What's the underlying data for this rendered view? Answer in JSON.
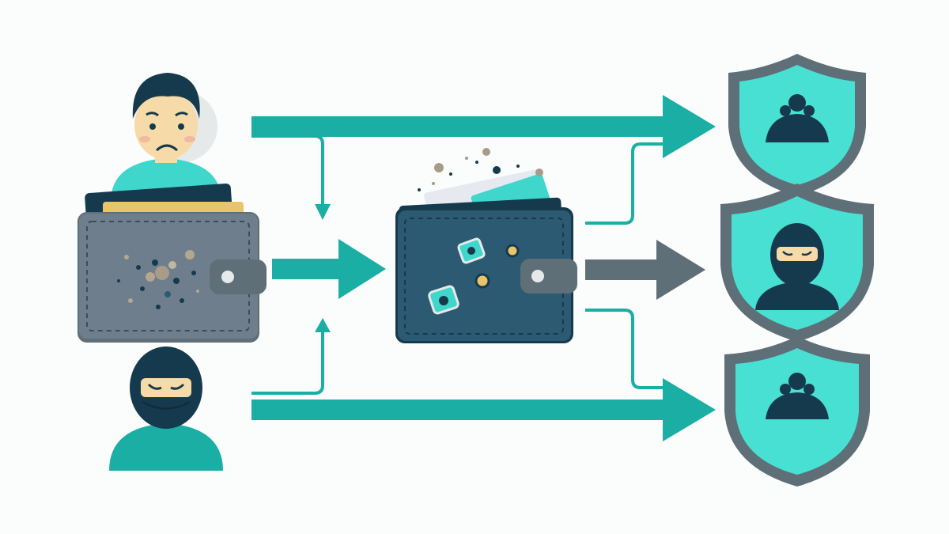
{
  "colors": {
    "background": "#fbfcfc",
    "teal": "#1aaea5",
    "teal_light": "#3fd6cc",
    "shield_fill": "#48e0d3",
    "shield_rim": "#5f6f78",
    "dark_navy": "#163a4d",
    "wallet_grey": "#6f7e8c",
    "wallet_dark": "#2d5a73",
    "arrow_grey": "#5f6f78",
    "skin": "#f6dba8",
    "coin_gold": "#e9c46a"
  },
  "nodes": {
    "user": {
      "icon": "worried-person-icon"
    },
    "attacker": {
      "icon": "masked-person-icon"
    },
    "source_wallet": {
      "icon": "wallet-icon",
      "state": "leaking coins"
    },
    "target_wallet": {
      "icon": "wallet-icon",
      "state": "compromised"
    },
    "shields": [
      {
        "icon": "shield-icon",
        "emblem": "crown-emblem-icon"
      },
      {
        "icon": "shield-icon",
        "emblem": "masked-person-icon"
      },
      {
        "icon": "shield-icon",
        "emblem": "crown-emblem-icon"
      }
    ]
  },
  "connectors": [
    {
      "from": "user",
      "to": "shield-top",
      "style": "teal-arrow"
    },
    {
      "from": "source_wallet",
      "to": "target_wallet",
      "style": "teal-arrow"
    },
    {
      "from": "target_wallet",
      "to": "shield-middle",
      "style": "grey-arrow"
    },
    {
      "from": "attacker",
      "to": "shield-bottom",
      "style": "teal-arrow"
    }
  ]
}
